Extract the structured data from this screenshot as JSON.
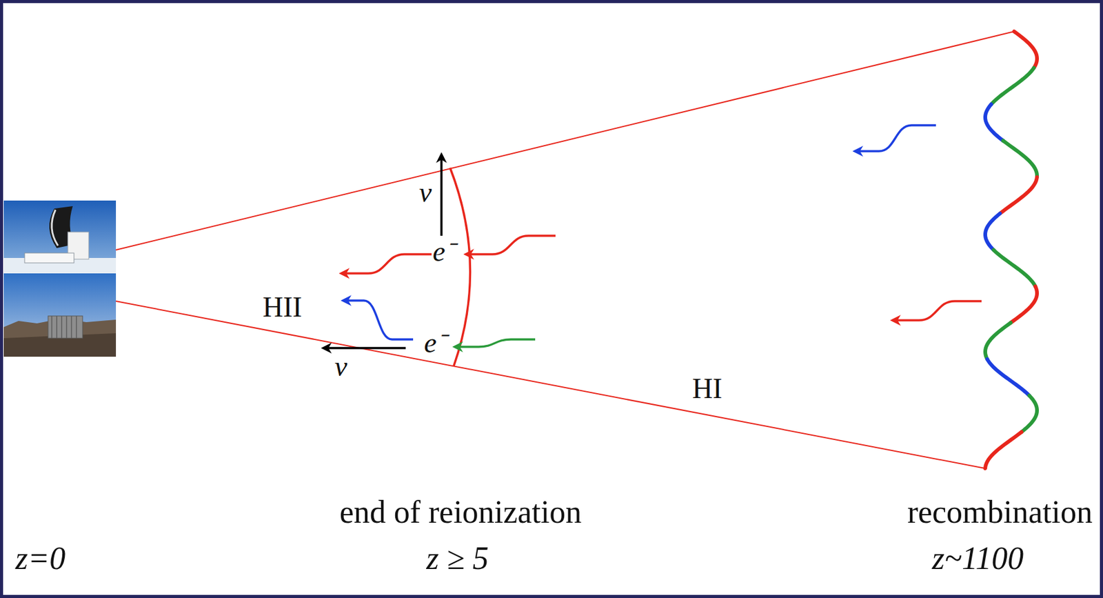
{
  "diagram": {
    "labels": [
      "v",
      "e⁻",
      "HII",
      "e⁻",
      "v",
      "HI",
      "end of reionization",
      "z ≥ 5",
      "recombination",
      "z~1100",
      "z=0"
    ]
  }
}
